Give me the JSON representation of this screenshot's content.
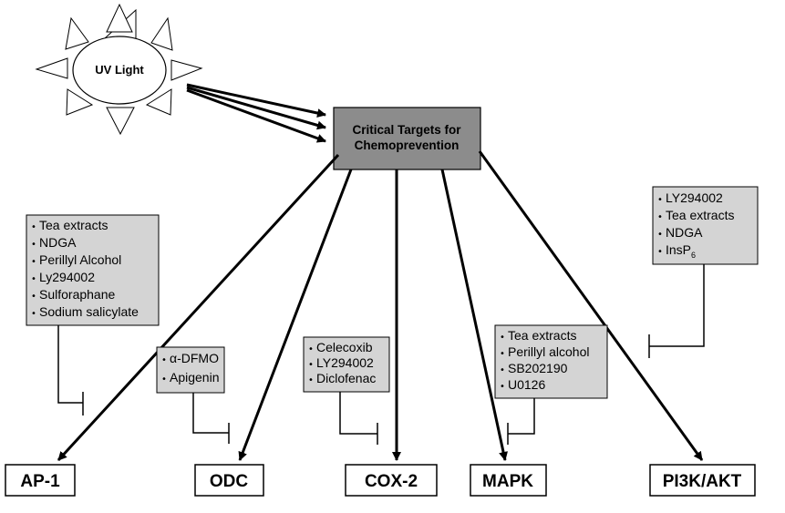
{
  "sun": {
    "label": "UV Light"
  },
  "center": {
    "line1": "Critical Targets for",
    "line2": "Chemoprevention"
  },
  "targets": [
    {
      "label": "AP-1"
    },
    {
      "label": "ODC"
    },
    {
      "label": "COX-2"
    },
    {
      "label": "MAPK"
    },
    {
      "label": "PI3K/AKT"
    }
  ],
  "inhibitor_groups": [
    {
      "items": [
        "Tea extracts",
        "NDGA",
        "Perillyl Alcohol",
        "Ly294002",
        "Sulforaphane",
        "Sodium salicylate"
      ]
    },
    {
      "items": [
        "α-DFMO",
        "Apigenin"
      ]
    },
    {
      "items": [
        "Celecoxib",
        "LY294002",
        "Diclofenac"
      ]
    },
    {
      "items": [
        "Tea extracts",
        "Perillyl alcohol",
        "SB202190",
        "U0126"
      ]
    },
    {
      "items": [
        "LY294002",
        "Tea extracts",
        "NDGA",
        "InsP"
      ],
      "last_subscript": "6"
    }
  ],
  "colors": {
    "box_fill": "#d4d4d4",
    "center_fill": "#8c8c8c",
    "line": "#000000"
  }
}
